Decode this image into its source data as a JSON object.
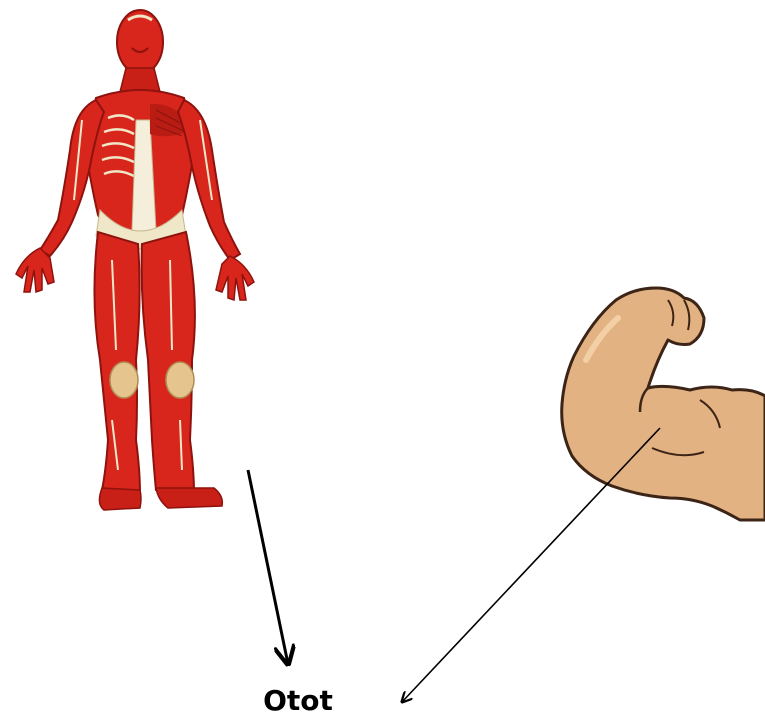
{
  "diagram": {
    "label": "Otot",
    "illustrations": [
      {
        "name": "muscular-system-figure",
        "type": "human anatomy muscular figure"
      },
      {
        "name": "flexed-arm-bicep",
        "type": "flexed arm with bicep"
      }
    ],
    "arrows": [
      {
        "from": "muscular-system-figure",
        "to": "label"
      },
      {
        "from": "flexed-arm-bicep",
        "to": "label"
      }
    ],
    "colors": {
      "muscle": "#d8261c",
      "muscle_dark": "#8e120d",
      "tendon": "#efe7c7",
      "skin": "#e3b283",
      "skin_outline": "#3c2416",
      "arrow": "#000000"
    }
  }
}
